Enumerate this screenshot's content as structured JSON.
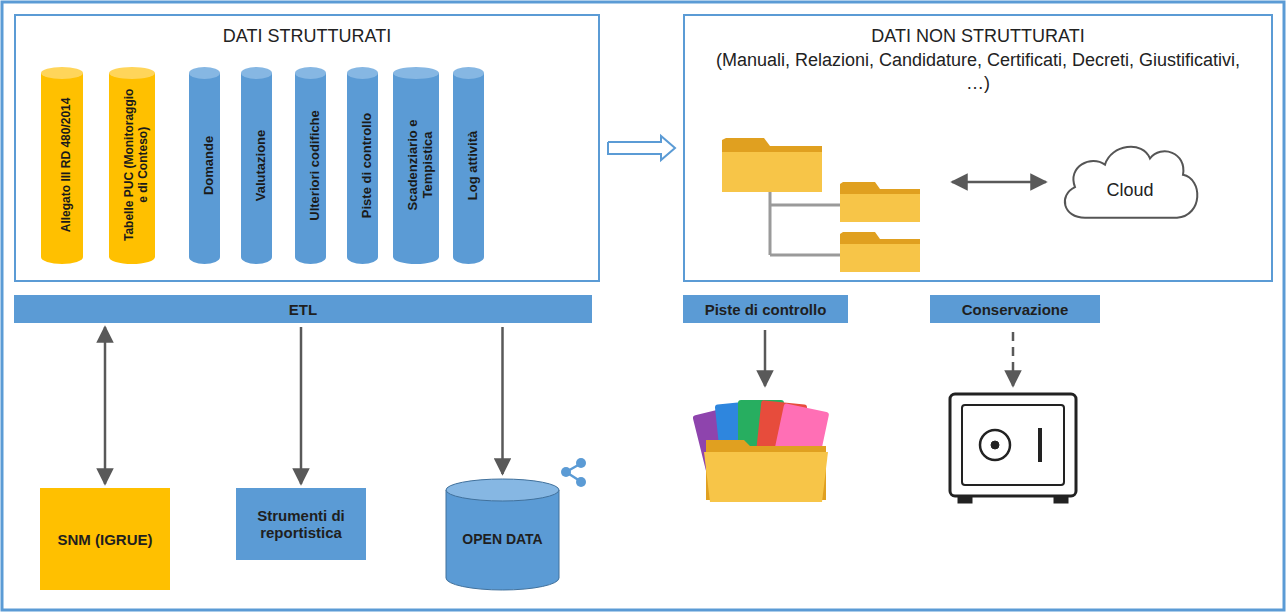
{
  "diagram": {
    "nodes": [
      {
        "text": [
          "DATI STRUTTURATI"
        ]
      },
      {
        "text": [
          "Allegato III RD 480/2014"
        ],
        "in": 0
      },
      {
        "text": [
          "Tabelle PUC (Monitoraggio e di Conteso)"
        ],
        "in": 0
      },
      {
        "text": [
          "Domande"
        ],
        "in": 0
      },
      {
        "text": [
          "Valutazione"
        ],
        "in": 0
      },
      {
        "text": [
          "Ulteriori codifiche"
        ],
        "in": 0
      },
      {
        "text": [
          "Piste di controllo"
        ],
        "in": 0
      },
      {
        "text": [
          "Scadenziario e Tempistica"
        ],
        "in": 0
      },
      {
        "text": [
          "Log attività"
        ],
        "in": 0
      },
      {
        "text": [
          "DATI NON STRUTTURATI",
          "(Manuali, Relazioni, Candidature, Certificati, Decreti, Giustificativi, …)"
        ]
      },
      {
        "text": [
          "Cloud"
        ],
        "in": 9
      },
      {
        "text": [
          "ETL"
        ]
      },
      {
        "text": [
          "Piste di controllo"
        ]
      },
      {
        "text": [
          "Conservazione"
        ]
      },
      {
        "text": [
          "SNM (IGRUE)"
        ]
      },
      {
        "text": [
          "Strumenti di reportistica"
        ]
      },
      {
        "text": [
          "OPEN DATA"
        ]
      }
    ],
    "edges": [
      {
        "from": 0,
        "to": 9,
        "arrow": "to"
      },
      {
        "from": 11,
        "to": 14,
        "arrow": "both"
      },
      {
        "from": 11,
        "to": 15,
        "arrow": "to"
      },
      {
        "from": 11,
        "to": 16,
        "arrow": "to"
      }
    ]
  }
}
